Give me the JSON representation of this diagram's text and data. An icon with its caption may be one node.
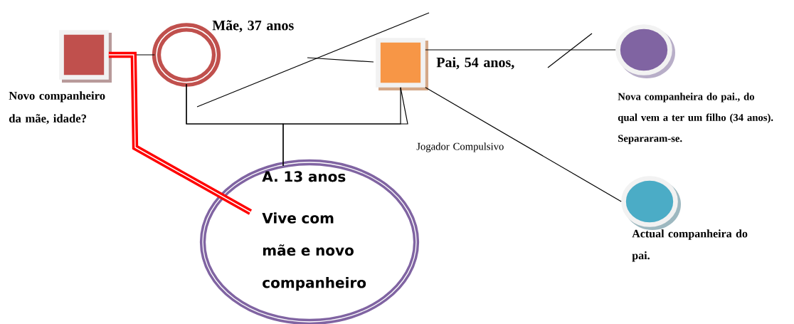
{
  "diagram": {
    "nodes": [
      {
        "text": [
          "Novo companheiro da mãe, idade?"
        ]
      },
      {
        "text": [
          "Mãe, 37 anos"
        ]
      },
      {
        "text": [
          "Pai, 54 anos,"
        ]
      },
      {
        "text": [
          "Nova companheira do pai., do qual vem a ter um filho (34 anos). Separaram-se."
        ]
      },
      {
        "text": [
          "Actual companheira do pai."
        ]
      },
      {
        "text": [
          "A. 13 anos",
          "Vive com mãe e novo companheiro"
        ]
      }
    ],
    "edges": [
      {
        "from": 0,
        "to": 1,
        "arrow": "none"
      },
      {
        "from": 0,
        "to": 5,
        "arrow": "none",
        "style": "thick",
        "color": "#ff0000"
      },
      {
        "from": 1,
        "to": 2,
        "arrow": "none"
      },
      {
        "from": 1,
        "to": 5,
        "arrow": "none"
      },
      {
        "from": 2,
        "to": 5,
        "arrow": "none"
      },
      {
        "from": 2,
        "to": 3,
        "arrow": "none"
      },
      {
        "from": 2,
        "to": 4,
        "arrow": "none"
      }
    ],
    "labels": [
      "Jogador Compulsivo"
    ]
  }
}
